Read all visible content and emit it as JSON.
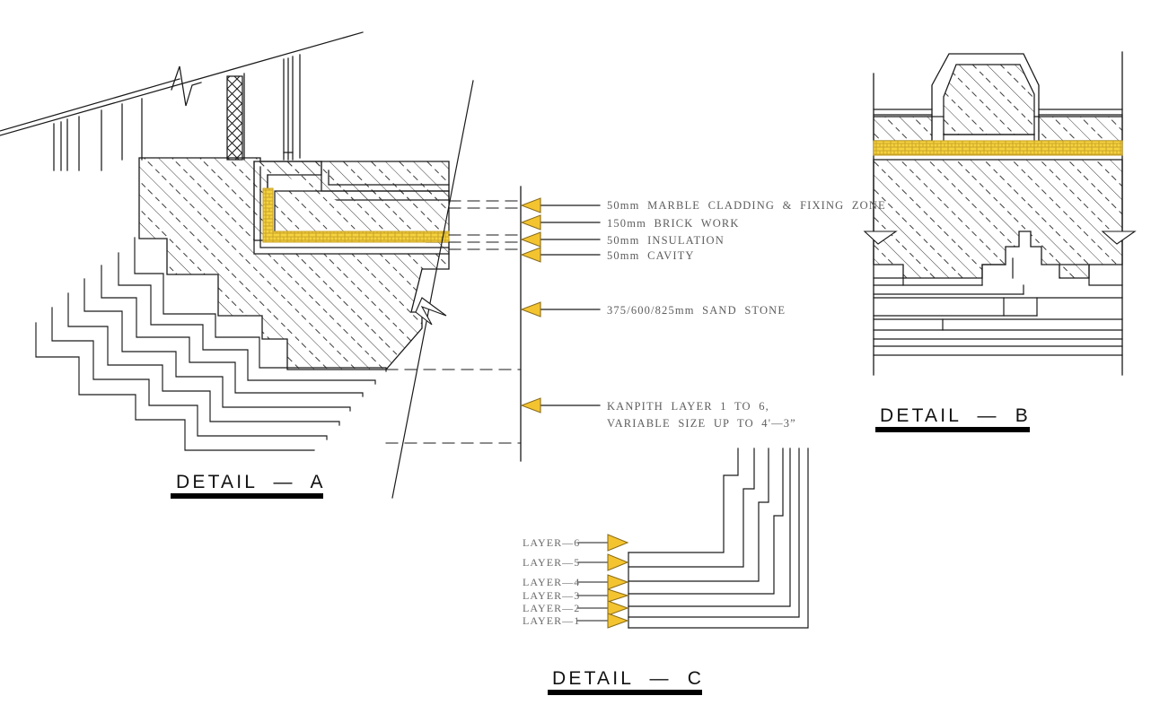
{
  "sheet": {
    "background_color": "#ffffff",
    "line_color": "#1a1a1a",
    "hatch_color": "#3c3c3c",
    "annotation_text_color": "#5d5d5d",
    "arrow_fill_color": "#f4c430",
    "arrow_stroke_color": "#8a6d1a",
    "insulation_fill_color": "#f5d33f",
    "insulation_pattern_color": "#c9a227",
    "title_underline_color": "#000000"
  },
  "details": [
    {
      "id": "detail-a",
      "title": "DETAIL  —  A",
      "description": "Sectional detail of stepped stone cornice with marble cladding, brick work, insulation and cavity over sand stone corbel layers"
    },
    {
      "id": "detail-b",
      "title": "DETAIL  —  B",
      "description": "Sectional detail of coping stone over insulated bedding with moulded stone profile below"
    },
    {
      "id": "detail-c",
      "title": "DETAIL  —  C",
      "description": "Enlarged detail of nested corbel layers 1 to 6"
    }
  ],
  "detail_a": {
    "annotations": [
      {
        "key": "marble",
        "label": "50mm  MARBLE  CLADDING  &  FIXING  ZONE"
      },
      {
        "key": "brick",
        "label": "150mm  BRICK  WORK"
      },
      {
        "key": "insulation",
        "label": "50mm  INSULATION"
      },
      {
        "key": "cavity",
        "label": "50mm  CAVITY"
      },
      {
        "key": "sandstone",
        "label": "375/600/825mm  SAND  STONE"
      },
      {
        "key": "kanpith1",
        "label": "KANPITH  LAYER  1  TO  6,"
      },
      {
        "key": "kanpith2",
        "label": "VARIABLE  SIZE  UP  TO  4'—3”"
      }
    ]
  },
  "detail_c": {
    "layer_labels": [
      {
        "key": "layer6",
        "label": "LAYER—6"
      },
      {
        "key": "layer5",
        "label": "LAYER—5"
      },
      {
        "key": "layer4",
        "label": "LAYER—4"
      },
      {
        "key": "layer3",
        "label": "LAYER—3"
      },
      {
        "key": "layer2",
        "label": "LAYER—2"
      },
      {
        "key": "layer1",
        "label": "LAYER—1"
      }
    ]
  }
}
